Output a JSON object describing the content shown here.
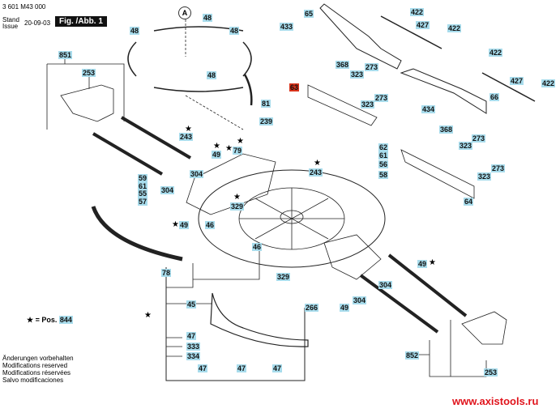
{
  "header": {
    "part_number": "3 601 M43 000",
    "stand_label": "Stand",
    "issue_label": "Issue",
    "date": "20-09-03",
    "figure_label": "Fig. /Abb. 1"
  },
  "circle_marker": "A",
  "legend": {
    "star_symbol": "★",
    "text": "= Pos.",
    "ref": "844"
  },
  "notes": [
    "Änderungen vorbehalten",
    "Modifications reserved",
    "Modifications réservées",
    "Salvo modificaciones"
  ],
  "watermark": "www.axistools.ru",
  "highlight_color": "#a8dcec",
  "selected_color": "#d8331b",
  "labels": [
    {
      "id": "l1",
      "text": "48"
    },
    {
      "id": "l2",
      "text": "48"
    },
    {
      "id": "l3",
      "text": "48"
    },
    {
      "id": "l4",
      "text": "48"
    },
    {
      "id": "l5",
      "text": "851"
    },
    {
      "id": "l6",
      "text": "253"
    },
    {
      "id": "l7",
      "text": "81"
    },
    {
      "id": "l8",
      "text": "239"
    },
    {
      "id": "l9",
      "text": "65"
    },
    {
      "id": "l10",
      "text": "433"
    },
    {
      "id": "l11",
      "text": "422"
    },
    {
      "id": "l12",
      "text": "427"
    },
    {
      "id": "l13",
      "text": "422"
    },
    {
      "id": "l14",
      "text": "422"
    },
    {
      "id": "l15",
      "text": "427"
    },
    {
      "id": "l16",
      "text": "422"
    },
    {
      "id": "l17",
      "text": "368"
    },
    {
      "id": "l18",
      "text": "273"
    },
    {
      "id": "l19",
      "text": "323"
    },
    {
      "id": "l20",
      "text": "63"
    },
    {
      "id": "l21",
      "text": "273"
    },
    {
      "id": "l22",
      "text": "323"
    },
    {
      "id": "l23",
      "text": "66"
    },
    {
      "id": "l24",
      "text": "434"
    },
    {
      "id": "l25",
      "text": "368"
    },
    {
      "id": "l26",
      "text": "273"
    },
    {
      "id": "l27",
      "text": "323"
    },
    {
      "id": "l28",
      "text": "273"
    },
    {
      "id": "l29",
      "text": "323"
    },
    {
      "id": "l30",
      "text": "64"
    },
    {
      "id": "l31",
      "text": "62"
    },
    {
      "id": "l32",
      "text": "61"
    },
    {
      "id": "l33",
      "text": "56"
    },
    {
      "id": "l34",
      "text": "58"
    },
    {
      "id": "l35",
      "text": "243"
    },
    {
      "id": "l36",
      "text": "243"
    },
    {
      "id": "l37",
      "text": "49"
    },
    {
      "id": "l38",
      "text": "79"
    },
    {
      "id": "l39",
      "text": "304"
    },
    {
      "id": "l40",
      "text": "304"
    },
    {
      "id": "l41",
      "text": "59"
    },
    {
      "id": "l42",
      "text": "61"
    },
    {
      "id": "l43",
      "text": "55"
    },
    {
      "id": "l44",
      "text": "57"
    },
    {
      "id": "l45",
      "text": "329"
    },
    {
      "id": "l46",
      "text": "49"
    },
    {
      "id": "l47",
      "text": "46"
    },
    {
      "id": "l48",
      "text": "46"
    },
    {
      "id": "l49",
      "text": "78"
    },
    {
      "id": "l50",
      "text": "329"
    },
    {
      "id": "l51",
      "text": "49"
    },
    {
      "id": "l52",
      "text": "304"
    },
    {
      "id": "l53",
      "text": "304"
    },
    {
      "id": "l54",
      "text": "266"
    },
    {
      "id": "l55",
      "text": "49"
    },
    {
      "id": "l56",
      "text": "45"
    },
    {
      "id": "l57",
      "text": "47"
    },
    {
      "id": "l58",
      "text": "333"
    },
    {
      "id": "l59",
      "text": "334"
    },
    {
      "id": "l60",
      "text": "47"
    },
    {
      "id": "l61",
      "text": "47"
    },
    {
      "id": "l62",
      "text": "47"
    },
    {
      "id": "l63",
      "text": "852"
    },
    {
      "id": "l64",
      "text": "253"
    }
  ]
}
